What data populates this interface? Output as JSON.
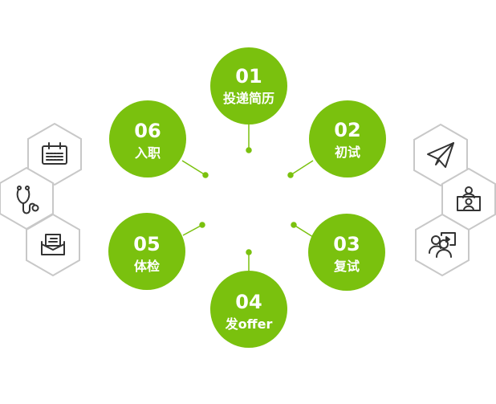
{
  "accent_color": "#7ac10e",
  "steps": [
    {
      "num": "01",
      "label": "投递简历"
    },
    {
      "num": "02",
      "label": "初试"
    },
    {
      "num": "03",
      "label": "复试"
    },
    {
      "num": "04",
      "label": "发offer"
    },
    {
      "num": "05",
      "label": "体检"
    },
    {
      "num": "06",
      "label": "入职"
    }
  ],
  "left_icons": [
    "calendar-icon",
    "stethoscope-icon",
    "envelope-icon"
  ],
  "right_icons": [
    "paper-plane-icon",
    "video-interview-icon",
    "presentation-group-icon"
  ]
}
